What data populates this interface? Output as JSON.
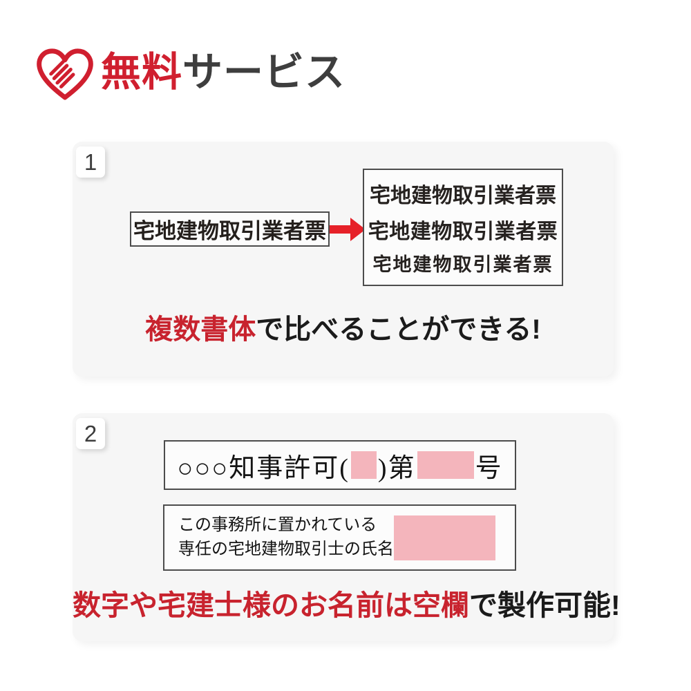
{
  "header": {
    "icon": "heart-handshake-icon",
    "title_highlight": "無料",
    "title_rest": "サービス"
  },
  "colors": {
    "brand_red": "#d01f2f",
    "arrow_red": "#e62129",
    "caption_red": "#c8232e",
    "pink_fill": "#f4b5bc",
    "panel_bg": "#f6f6f6",
    "box_border": "#4c4c4c",
    "text_dark": "#1b1b1b"
  },
  "panel1": {
    "badge": "1",
    "sample_text": "宅地建物取引業者票",
    "font_variants": [
      "宅地建物取引業者票",
      "宅地建物取引業者票",
      "宅地建物取引業者票"
    ],
    "caption_highlight": "複数書体",
    "caption_rest": "で比べることができる!"
  },
  "panel2": {
    "badge": "2",
    "license_prefix": "○○○知事許可(",
    "license_between": ")第",
    "license_suffix": "号",
    "office_label_line1": "この事務所に置かれている",
    "office_label_line2": "専任の宅地建物取引士の氏名",
    "caption_highlight": "数字や宅建士様のお名前は空欄",
    "caption_rest": "で製作可能!"
  }
}
